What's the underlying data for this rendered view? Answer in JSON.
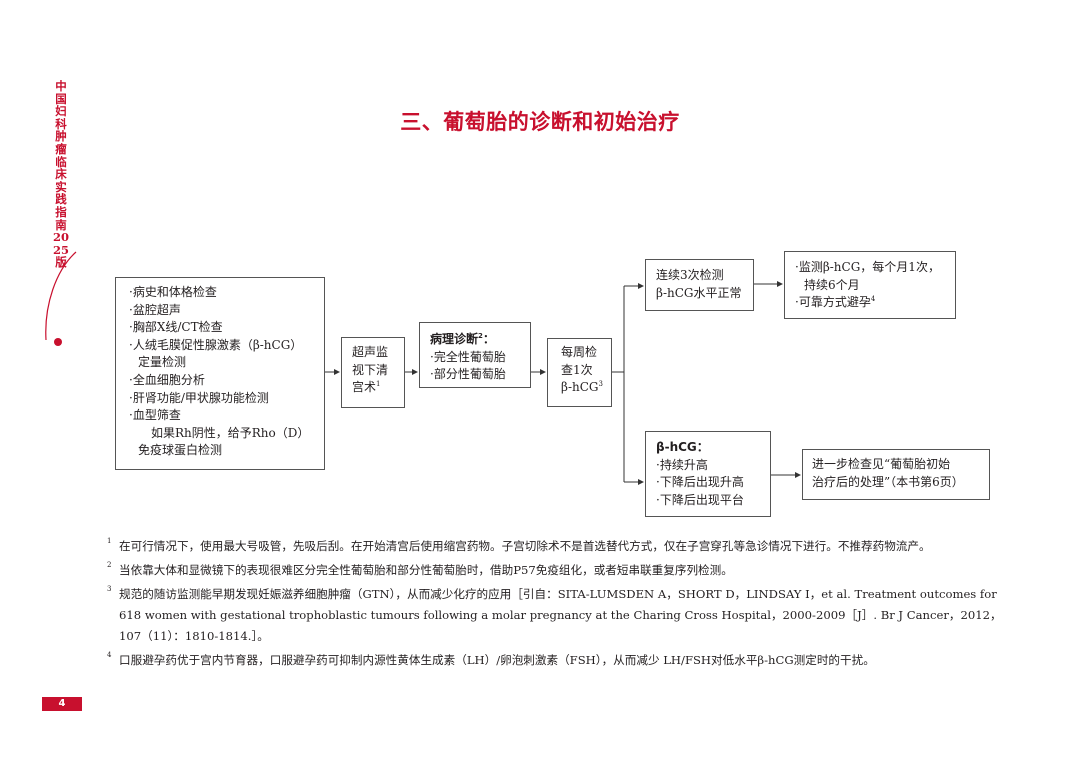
{
  "sidebar": {
    "title": "中国妇科肿瘤临床实践指南2025版"
  },
  "page_title": "三、葡萄胎的诊断和初始治疗",
  "flowchart": {
    "exams": [
      "·病史和体格检查",
      "·盆腔超声",
      "·胸部X线/CT检查",
      "·人绒毛膜促性腺激素（β-hCG）",
      "定量检测",
      "·全血细胞分析",
      "·肝肾功能/甲状腺功能检测",
      "·血型筛查",
      "如果Rh阴性，给予Rho（D）",
      "免疫球蛋白检测"
    ],
    "evac": {
      "lines": [
        "超声监",
        "视下清",
        "宫术"
      ],
      "sup": "1"
    },
    "pathology": {
      "title": "病理诊断",
      "sup": "2",
      "colon": "：",
      "items": [
        "·完全性葡萄胎",
        "·部分性葡萄胎"
      ]
    },
    "weekly": {
      "lines": [
        "每周检",
        "查1次",
        "β-hCG"
      ],
      "sup": "3"
    },
    "normal": {
      "lines": [
        "连续3次检测",
        "β-hCG水平正常"
      ]
    },
    "monitor": {
      "lines": [
        "·监测β-hCG，每个月1次，",
        "持续6个月",
        "·可靠方式避孕"
      ],
      "sup": "4"
    },
    "abnormal": {
      "title": "β-hCG：",
      "items": [
        "·持续升高",
        "·下降后出现升高",
        "·下降后出现平台"
      ]
    },
    "further": {
      "lines": [
        "进一步检查见“葡萄胎初始",
        "治疗后的处理”（本书第6页）"
      ]
    }
  },
  "footnotes": [
    {
      "num": "1",
      "text": "在可行情况下，使用最大号吸管，先吸后刮。在开始清宫后使用缩宫药物。子宫切除术不是首选替代方式，仅在子宫穿孔等急诊情况下进行。不推荐药物流产。"
    },
    {
      "num": "2",
      "text": "当依靠大体和显微镜下的表现很难区分完全性葡萄胎和部分性葡萄胎时，借助P57免疫组化，或者短串联重复序列检测。"
    },
    {
      "num": "3",
      "text": "规范的随访监测能早期发现妊娠滋养细胞肿瘤（GTN），从而减少化疗的应用［引自：SITA-LUMSDEN A，SHORT D，LINDSAY I，et al. Treatment outcomes for 618 women with gestational trophoblastic tumours following a molar pregnancy at the Charing Cross Hospital，2000-2009［J］. Br J Cancer，2012，107（11）：1810-1814.］。"
    },
    {
      "num": "4",
      "text": "口服避孕药优于宫内节育器，口服避孕药可抑制内源性黄体生成素（LH）/卵泡刺激素（FSH），从而减少 LH/FSH对低水平β-hCG测定时的干扰。"
    }
  ],
  "page_number": "4",
  "colors": {
    "accent": "#c8102e",
    "text": "#231f20",
    "border": "#555555"
  }
}
